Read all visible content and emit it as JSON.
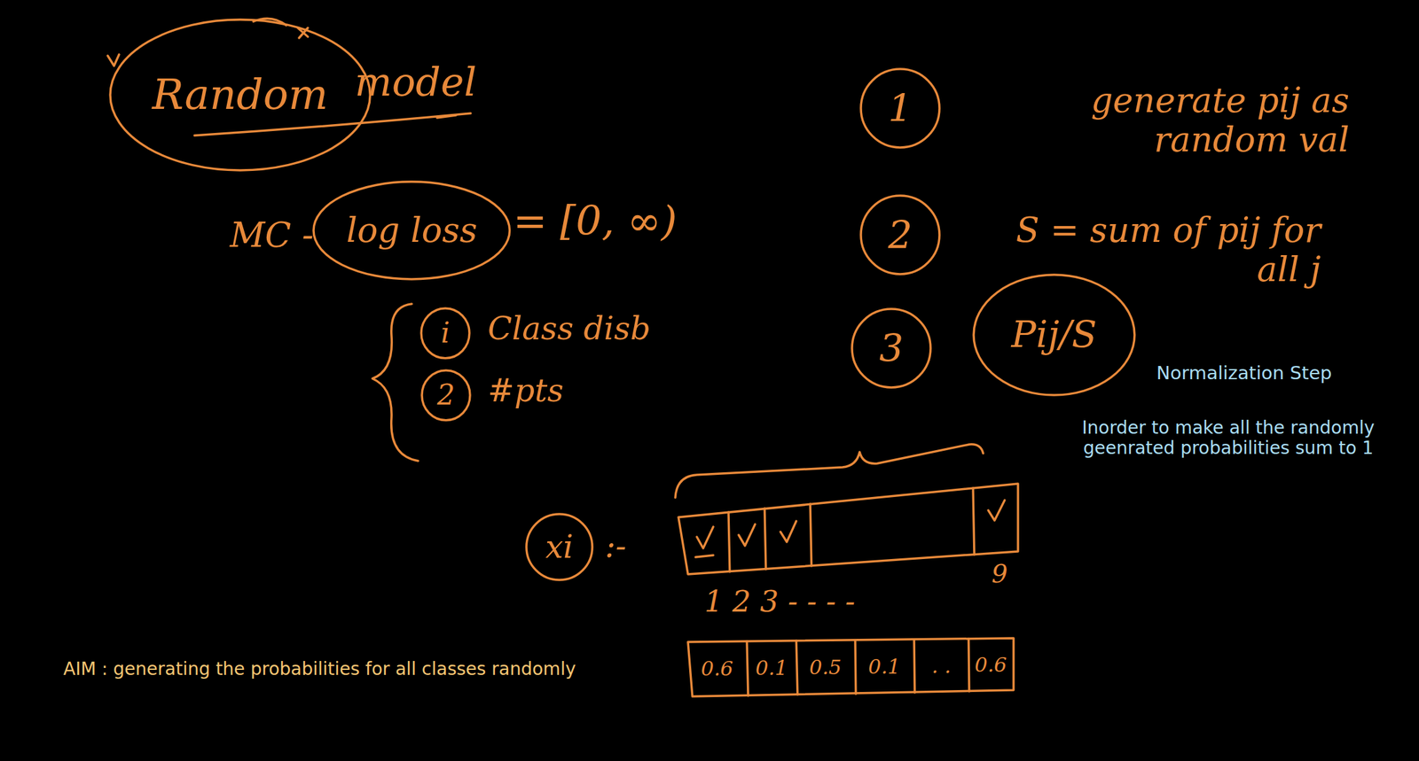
{
  "diagram": {
    "nodes": [
      {
        "text": [
          "Random"
        ]
      },
      {
        "text": [
          "log loss"
        ]
      },
      {
        "text": [
          "i"
        ]
      },
      {
        "text": [
          "2"
        ]
      },
      {
        "text": [
          "1"
        ]
      },
      {
        "text": [
          "2"
        ]
      },
      {
        "text": [
          "3"
        ]
      },
      {
        "text": [
          "Pij/S"
        ]
      },
      {
        "text": [
          "xi"
        ]
      }
    ],
    "labels": [
      "model",
      "MC -",
      "= [0, ∞)",
      "Class disb",
      "#pts",
      "generate pij as random val",
      "S = sum of pij for all j",
      "Normalization Step",
      "Inorder to make all the randomly geenrated probabilities sum to 1",
      ":-",
      "1 2 3 - - - -",
      "9",
      "0.6",
      "0.1",
      "0.5",
      "0.1",
      ". .",
      "0.6",
      "AIM : generating the probabilities for all classes randomly"
    ]
  }
}
